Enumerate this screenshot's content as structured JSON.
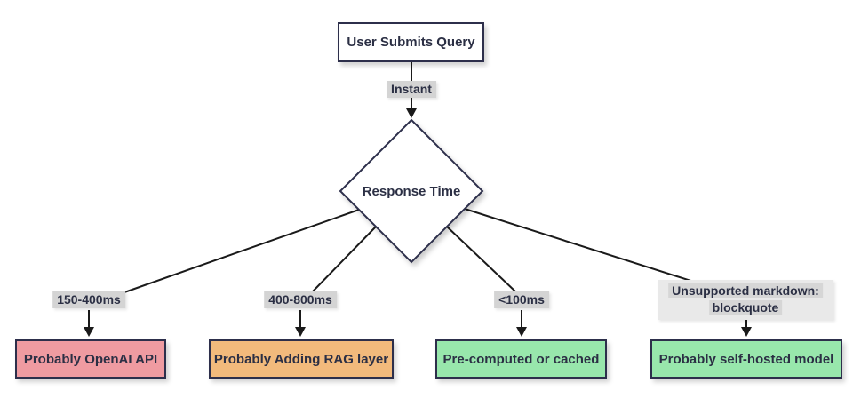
{
  "diagram": {
    "nodes": {
      "start": {
        "label": "User Submits Query"
      },
      "decision": {
        "label": "Response Time"
      },
      "openai": {
        "label": "Probably OpenAI API",
        "fill": "#ef9ba1",
        "style_bg": "background:#ef9ba1"
      },
      "rag": {
        "label": "Probably Adding RAG layer",
        "fill": "#f2ba7c",
        "style_bg": "background:#f2ba7c"
      },
      "cached": {
        "label": "Pre-computed or cached",
        "fill": "#98e7ac",
        "style_bg": "background:#98e7ac"
      },
      "selfhosted": {
        "label": "Probably self-hosted model",
        "fill": "#98e7ac",
        "style_bg": "background:#98e7ac"
      }
    },
    "edge_labels": {
      "instant": "Instant",
      "openai": "150-400ms",
      "rag": "400-800ms",
      "cached": "<100ms",
      "selfhosted_line1": "Unsupported markdown:",
      "selfhosted_line2": "blockquote"
    },
    "colors": {
      "canvas_bg": "#ffffff",
      "node_border": "#2d2f4b",
      "node_text": "#2b2f44",
      "edge_line": "#1a1a1a",
      "edge_label_bg": "#d4d4d4",
      "edge_label_outer_bg": "#e9e9e9",
      "start_fill": "#ffffff",
      "decision_fill": "#ffffff"
    }
  }
}
